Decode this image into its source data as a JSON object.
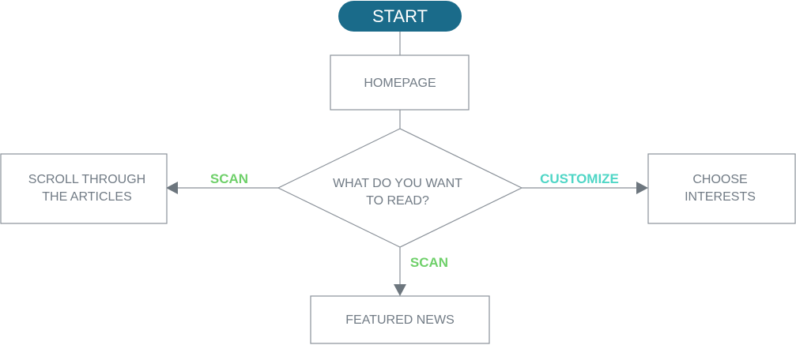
{
  "colors": {
    "start_fill": "#1a6b8a",
    "box_stroke": "#8a9199",
    "text": "#717b85",
    "line": "#8a9199",
    "arrow_head": "#6d767e",
    "scan_label": "#6fd06a",
    "customize_label": "#4fd6c6"
  },
  "nodes": {
    "start": {
      "label": "START"
    },
    "homepage": {
      "label": "HOMEPAGE"
    },
    "decision": {
      "line1": "WHAT DO YOU WANT",
      "line2": "TO READ?"
    },
    "scroll": {
      "line1": "SCROLL THROUGH",
      "line2": "THE ARTICLES"
    },
    "choose": {
      "line1": "CHOOSE",
      "line2": "INTERESTS"
    },
    "featured": {
      "label": "FEATURED NEWS"
    }
  },
  "edges": {
    "left_label": "SCAN",
    "right_label": "CUSTOMIZE",
    "down_label": "SCAN"
  }
}
